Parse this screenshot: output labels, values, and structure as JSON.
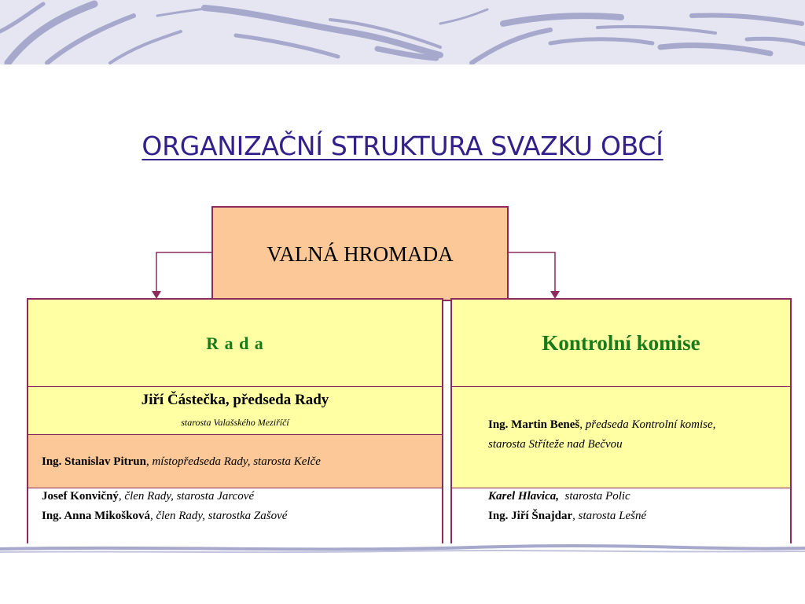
{
  "title": "ORGANIZAČNÍ STRUKTURA SVAZKU OBCÍ",
  "top_box": {
    "label": "VALNÁ HROMADA"
  },
  "left_branch": {
    "header": "R a d a",
    "chair": {
      "name": "Jiří Částečka, předseda Rady",
      "subtitle": "starosta Valašského Meziříčí"
    },
    "vice_chair": {
      "name": "Ing. Stanislav Pitrun",
      "role": ", místopředseda Rady, starosta Kelče"
    },
    "members": [
      {
        "name": "Josef Konvičný",
        "role": ", člen Rady, starosta Jarcové"
      },
      {
        "name": "Ing. Anna Mikošková",
        "role": ", člen Rady, starostka Zašové"
      }
    ]
  },
  "right_branch": {
    "header": "Kontrolní komise",
    "chair": {
      "name": "Ing. Martin Beneš",
      "role_line1": ", předseda Kontrolní komise,",
      "role_line2": "starosta Stříteže nad Bečvou"
    },
    "members": [
      {
        "name": "Karel Hlavica,",
        "role": "  starosta Polic"
      },
      {
        "name": "Ing. Jiří Šnajdar",
        "role": ", starosta Lešné"
      }
    ]
  },
  "colors": {
    "title": "#33208a",
    "border": "#8c2a5e",
    "orange_fill": "#fcc897",
    "yellow_fill": "#ffffa3",
    "header_green": "#1a7a1a",
    "banner": "#e6e6f3",
    "swirl": "#a6a8cc"
  }
}
